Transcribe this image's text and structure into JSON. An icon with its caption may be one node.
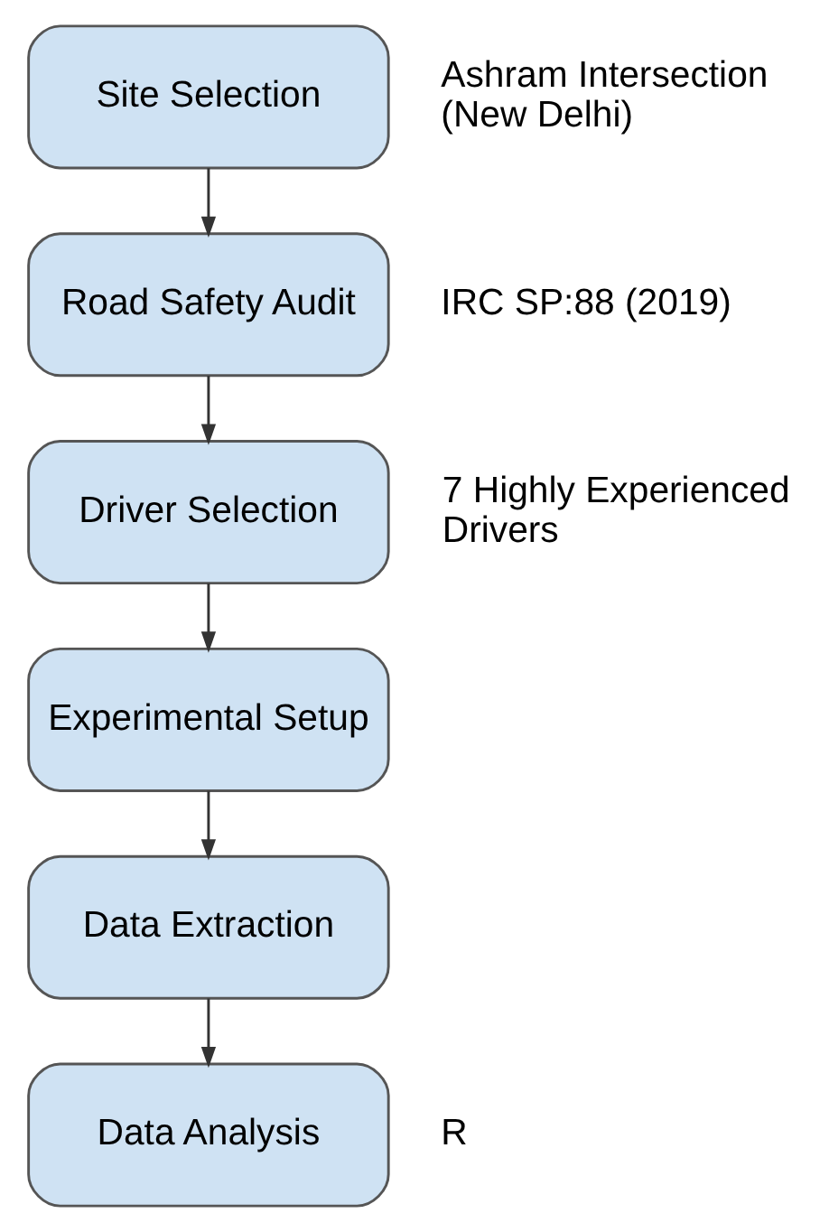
{
  "diagram": {
    "nodes": [
      {
        "text": [
          "Site Selection"
        ],
        "beside": [
          "Ashram Intersection (New Delhi)"
        ]
      },
      {
        "text": [
          "Road Safety Audit"
        ],
        "beside": [
          "IRC SP:88 (2019)"
        ]
      },
      {
        "text": [
          "Driver Selection"
        ],
        "beside": [
          "7 Highly Experienced Drivers"
        ]
      },
      {
        "text": [
          "Experimental Setup"
        ]
      },
      {
        "text": [
          "Data Extraction"
        ]
      },
      {
        "text": [
          "Data Analysis"
        ],
        "beside": [
          "R"
        ]
      }
    ],
    "edges": [
      {
        "from": 0,
        "to": 1,
        "arrow": "to"
      },
      {
        "from": 1,
        "to": 2,
        "arrow": "to"
      },
      {
        "from": 2,
        "to": 3,
        "arrow": "to"
      },
      {
        "from": 3,
        "to": 4,
        "arrow": "to"
      },
      {
        "from": 4,
        "to": 5,
        "arrow": "to"
      }
    ]
  }
}
